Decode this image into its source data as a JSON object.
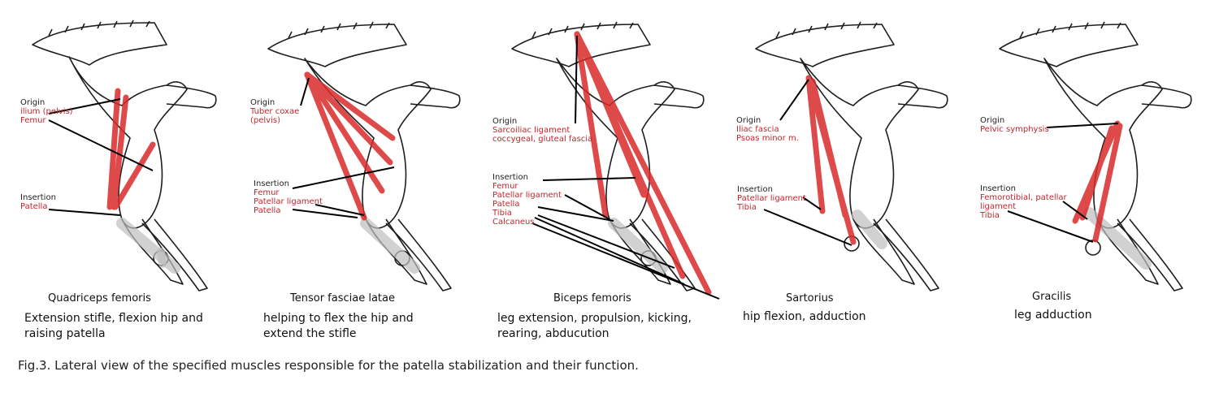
{
  "colors": {
    "muscle": "#d92b2b",
    "label": "#c0272d",
    "bone": "#1e1e1e",
    "cartilage": "#bdbdbd"
  },
  "panels": [
    {
      "name": "Quadriceps femoris",
      "origin_heading": "Origin",
      "origin_items": [
        "ilium (pelvis)",
        "Femur"
      ],
      "insertion_heading": "Insertion",
      "insertion_items": [
        "Patella"
      ],
      "function_lines": [
        "Extension stifle, flexion hip and",
        "raising patella"
      ]
    },
    {
      "name": "Tensor fasciae latae",
      "origin_heading": "Origin",
      "origin_items": [
        "Tuber coxae",
        "(pelvis)"
      ],
      "insertion_heading": "Insertion",
      "insertion_items": [
        "Femur",
        "Patellar ligament",
        "Patella"
      ],
      "function_lines": [
        "helping to flex the hip and",
        "extend the stifle"
      ]
    },
    {
      "name": "Biceps femoris",
      "origin_heading": "Origin",
      "origin_items": [
        "Sarcoiliac ligament",
        "coccygeal, gluteal fascia"
      ],
      "insertion_heading": "Insertion",
      "insertion_items": [
        "Femur",
        "Patellar ligament",
        "Patella",
        "Tibia",
        "Calcaneus"
      ],
      "function_lines": [
        "leg extension, propulsion, kicking,",
        "rearing, abducution"
      ]
    },
    {
      "name": "Sartorius",
      "origin_heading": "Origin",
      "origin_items": [
        "Iliac fascia",
        "Psoas minor m."
      ],
      "insertion_heading": "Insertion",
      "insertion_items": [
        "Patellar ligament",
        "Tibia"
      ],
      "function_lines": [
        "hip flexion, adduction"
      ]
    },
    {
      "name": "Gracilis",
      "origin_heading": "Origin",
      "origin_items": [
        "Pelvic symphysis"
      ],
      "insertion_heading": "Insertion",
      "insertion_items": [
        "Femorotibial, patellar",
        "ligament",
        "Tibia"
      ],
      "function_lines": [
        "leg adduction"
      ]
    }
  ],
  "caption": "Fig.3. Lateral view of the specified muscles responsible for the patella stabilization and their function."
}
